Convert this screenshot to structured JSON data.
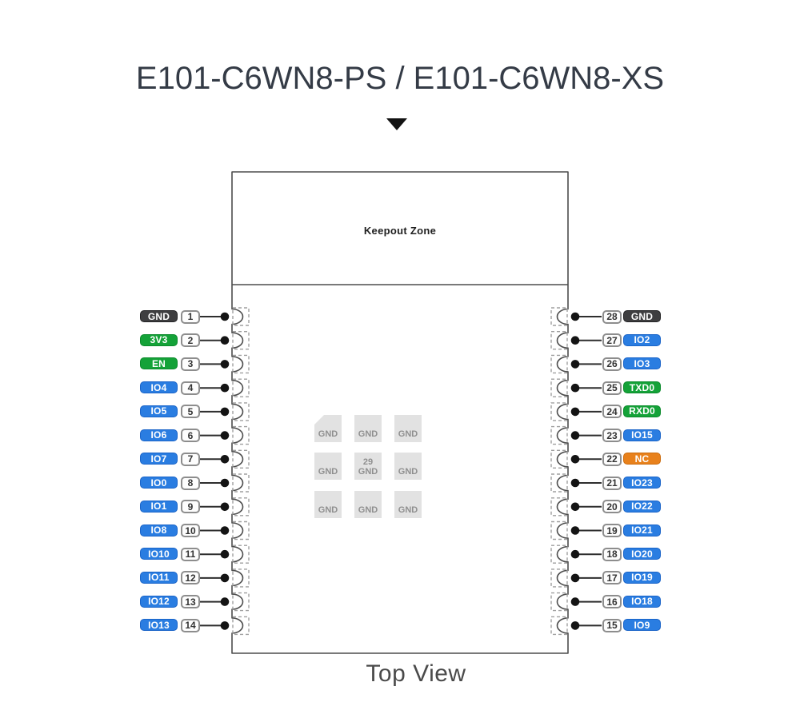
{
  "title": "E101-C6WN8-PS / E101-C6WN8-XS",
  "module": {
    "keepout_label": "Keepout Zone",
    "view_label": "Top View",
    "center_pad": {
      "pad_label": "GND",
      "center_number": "29",
      "rows": 3,
      "cols": 3
    }
  },
  "colors": {
    "io": "#2a7de1",
    "power_serial": "#14a238",
    "ground": "#3e3e40",
    "not_connected": "#e8811c"
  },
  "left_pins": [
    {
      "num": "1",
      "label": "GND",
      "type": "gnd"
    },
    {
      "num": "2",
      "label": "3V3",
      "type": "green"
    },
    {
      "num": "3",
      "label": "EN",
      "type": "green"
    },
    {
      "num": "4",
      "label": "IO4",
      "type": "io"
    },
    {
      "num": "5",
      "label": "IO5",
      "type": "io"
    },
    {
      "num": "6",
      "label": "IO6",
      "type": "io"
    },
    {
      "num": "7",
      "label": "IO7",
      "type": "io"
    },
    {
      "num": "8",
      "label": "IO0",
      "type": "io"
    },
    {
      "num": "9",
      "label": "IO1",
      "type": "io"
    },
    {
      "num": "10",
      "label": "IO8",
      "type": "io"
    },
    {
      "num": "11",
      "label": "IO10",
      "type": "io"
    },
    {
      "num": "12",
      "label": "IO11",
      "type": "io"
    },
    {
      "num": "13",
      "label": "IO12",
      "type": "io"
    },
    {
      "num": "14",
      "label": "IO13",
      "type": "io"
    }
  ],
  "right_pins": [
    {
      "num": "28",
      "label": "GND",
      "type": "gnd"
    },
    {
      "num": "27",
      "label": "IO2",
      "type": "io"
    },
    {
      "num": "26",
      "label": "IO3",
      "type": "io"
    },
    {
      "num": "25",
      "label": "TXD0",
      "type": "green"
    },
    {
      "num": "24",
      "label": "RXD0",
      "type": "green"
    },
    {
      "num": "23",
      "label": "IO15",
      "type": "io"
    },
    {
      "num": "22",
      "label": "NC",
      "type": "nc"
    },
    {
      "num": "21",
      "label": "IO23",
      "type": "io"
    },
    {
      "num": "20",
      "label": "IO22",
      "type": "io"
    },
    {
      "num": "19",
      "label": "IO21",
      "type": "io"
    },
    {
      "num": "18",
      "label": "IO20",
      "type": "io"
    },
    {
      "num": "17",
      "label": "IO19",
      "type": "io"
    },
    {
      "num": "16",
      "label": "IO18",
      "type": "io"
    },
    {
      "num": "15",
      "label": "IO9",
      "type": "io"
    }
  ]
}
